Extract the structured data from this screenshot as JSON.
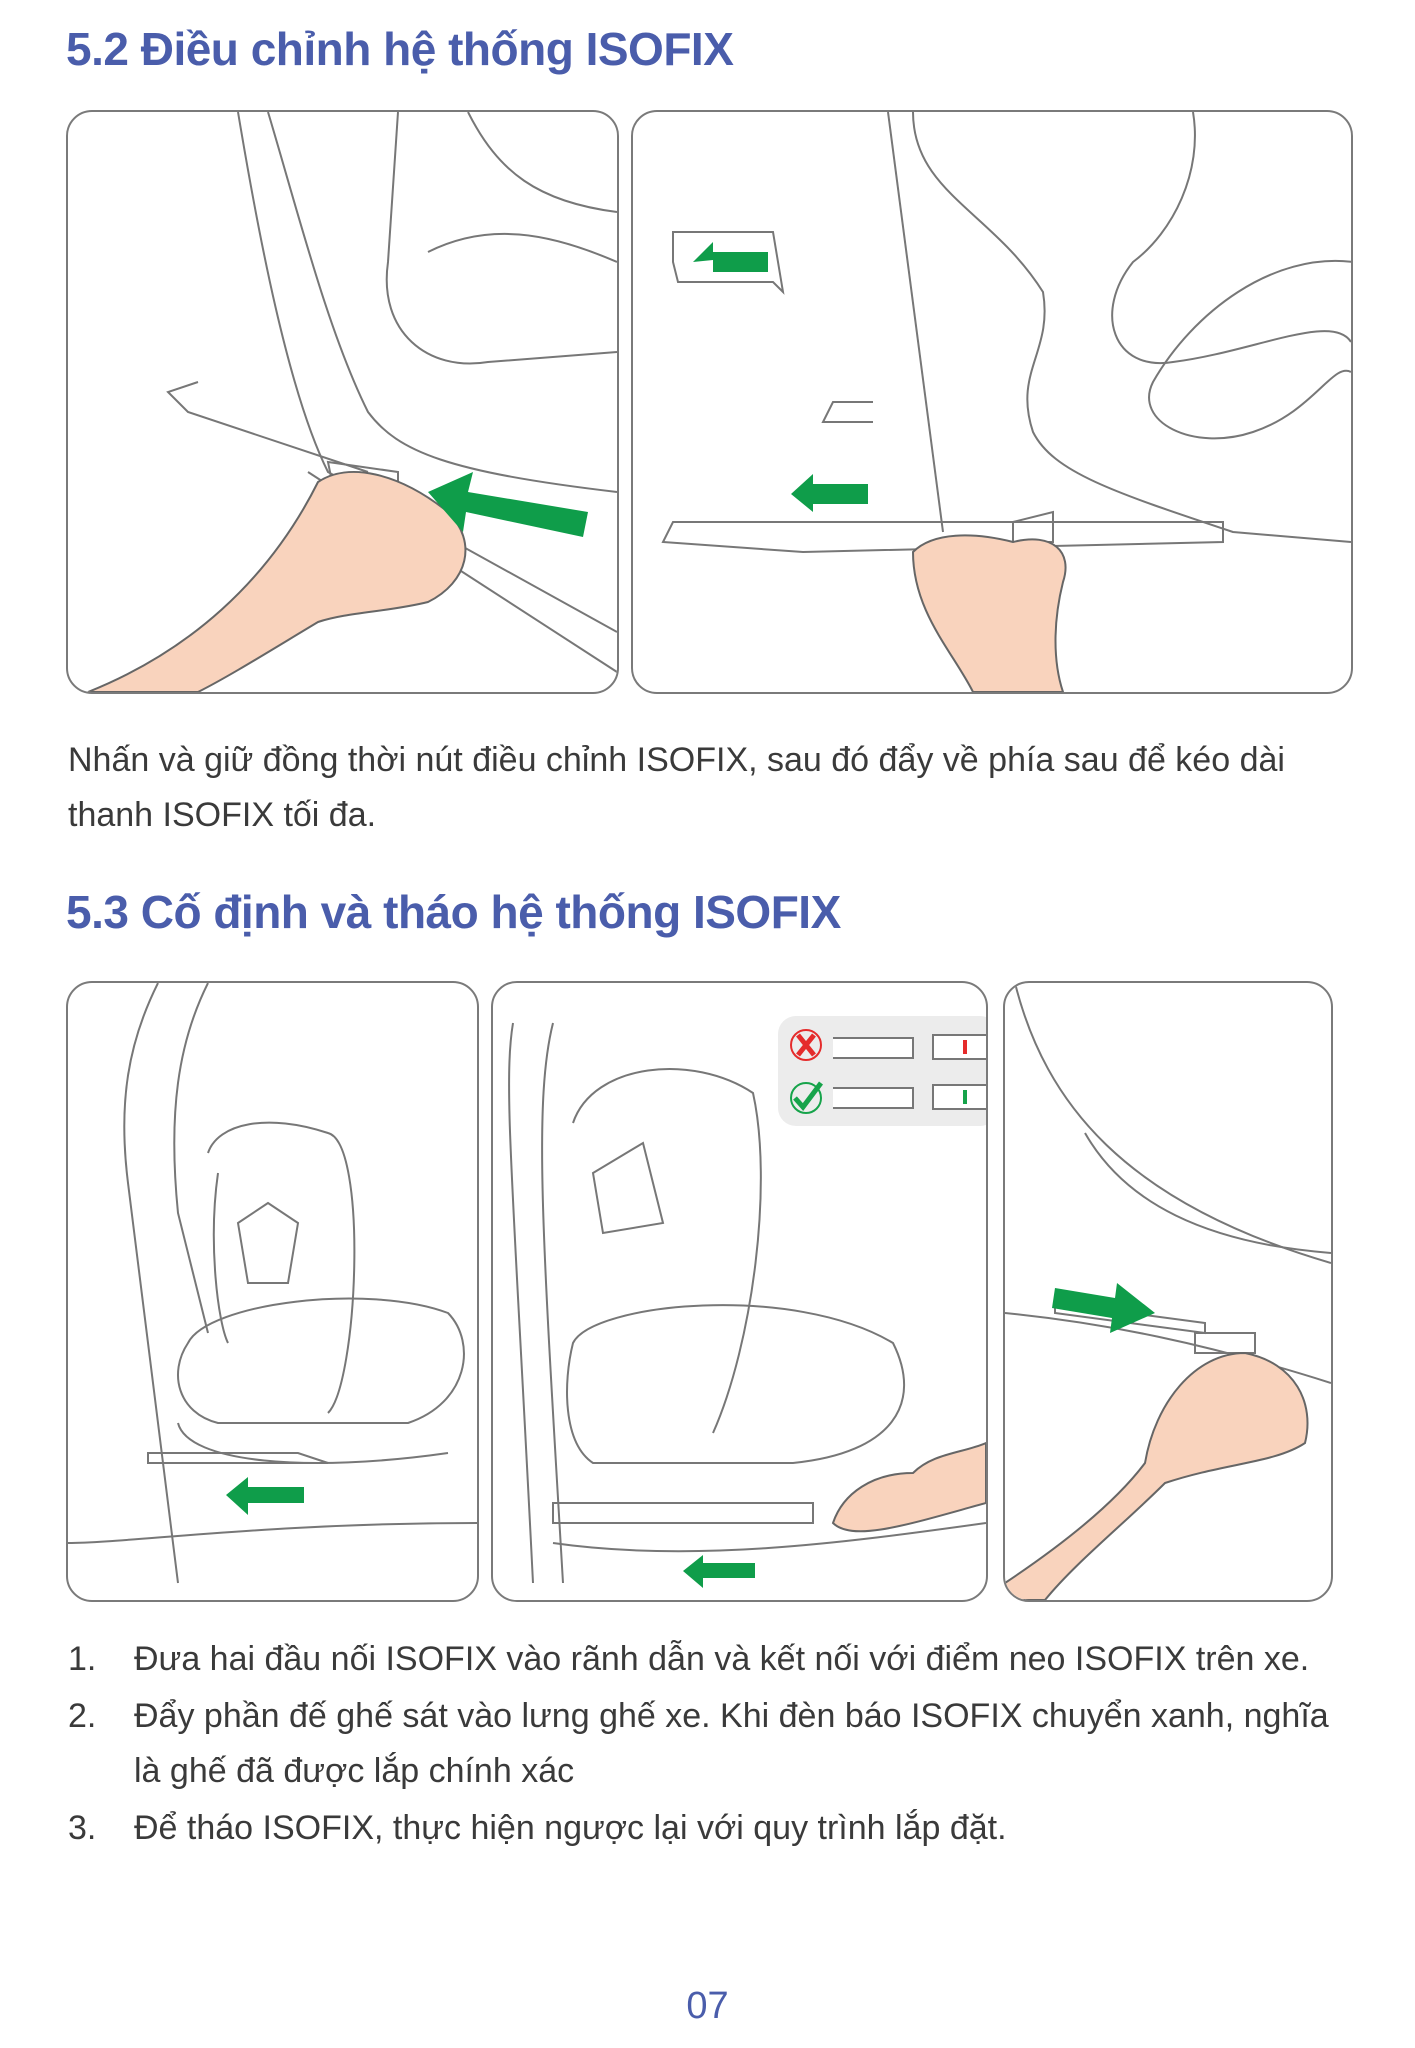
{
  "section_52": {
    "title": "5.2 Điều chỉnh hệ thống ISOFIX",
    "description": "Nhấn và giữ đồng thời nút điều chỉnh ISOFIX, sau đó đẩy về phía sau để kéo dài thanh ISOFIX tối đa."
  },
  "section_53": {
    "title": "5.3 Cố định và tháo hệ thống ISOFIX",
    "steps": [
      {
        "num": "1.",
        "text": "Đưa hai đầu nối ISOFIX vào rãnh dẫn và kết nối với điểm neo ISOFIX trên xe."
      },
      {
        "num": "2.",
        "text": "Đẩy phần đế ghế sát vào lưng ghế xe. Khi đèn báo ISOFIX chuyển xanh, nghĩa là ghế đã được lắp chính xác"
      },
      {
        "num": "3.",
        "text": "Để tháo ISOFIX, thực hiện ngược lại với quy trình lắp đặt."
      }
    ]
  },
  "page_number": "07",
  "colors": {
    "heading": "#4a5dab",
    "arrow": "#0f9d4a",
    "skin": "#f9d3bd",
    "wrong": "#e52b2b",
    "right": "#16a34a"
  }
}
